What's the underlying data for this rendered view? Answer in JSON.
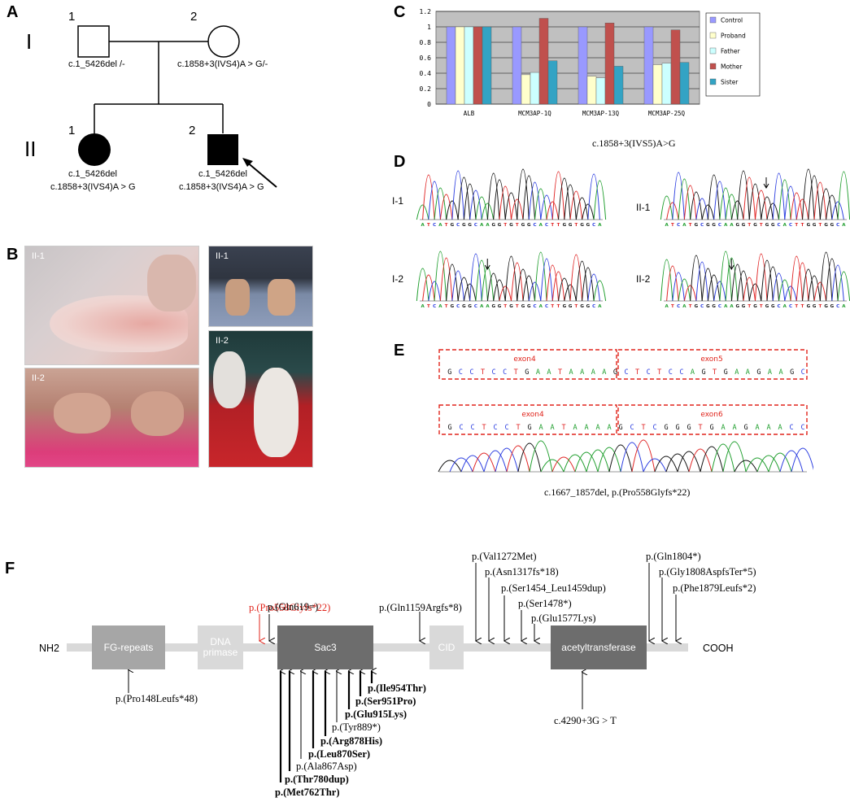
{
  "panels": {
    "A": "A",
    "B": "B",
    "C": "C",
    "D": "D",
    "E": "E",
    "F": "F"
  },
  "pedigree": {
    "gen_I": "I",
    "gen_II": "II",
    "I1_num": "1",
    "I2_num": "2",
    "II1_num": "1",
    "II2_num": "2",
    "I1_geno": "c.1_5426del /-",
    "I2_geno": "c.1858+3(IVS4)A > G/-",
    "II1_geno_1": "c.1_5426del",
    "II1_geno_2": "c.1858+3(IVS4)A > G",
    "II2_geno_1": "c.1_5426del",
    "II2_geno_2": "c.1858+3(IVS4)A > G"
  },
  "photos": {
    "p1": "II-1",
    "p2": "II-1",
    "p3": "II-2",
    "p4": "II-2"
  },
  "chart_data": {
    "type": "bar",
    "categories": [
      "ALB",
      "MCM3AP-1Q",
      "MCM3AP-13Q",
      "MCM3AP-25Q"
    ],
    "series": [
      {
        "name": "Control",
        "values": [
          1,
          1,
          1,
          1
        ],
        "color": "#9999ff"
      },
      {
        "name": "Proband",
        "values": [
          1,
          0.38,
          0.36,
          0.51
        ],
        "color": "#ffffcc"
      },
      {
        "name": "Father",
        "values": [
          1,
          0.41,
          0.34,
          0.53
        ],
        "color": "#ccffff"
      },
      {
        "name": "Mother",
        "values": [
          1,
          1.11,
          1.05,
          0.96
        ],
        "color": "#c0504d"
      },
      {
        "name": "Sister",
        "values": [
          1,
          0.56,
          0.49,
          0.54
        ],
        "color": "#33a3c4"
      }
    ],
    "ylim": [
      0,
      1.2
    ],
    "yticks": [
      "0",
      "0.2",
      "0.4",
      "0.6",
      "0.8",
      "1",
      "1.2"
    ],
    "grid": true,
    "legend": "right",
    "background": "#c0c0c0"
  },
  "panelD": {
    "caption": "c.1858+3(IVS5)A>G",
    "tracks": {
      "t1": "I-1",
      "t2": "II-1",
      "t3": "I-2",
      "t4": "II-2"
    },
    "sequence": "ATCATGCGGCAAGGTGTGGCACTTGGTGGCA"
  },
  "panelE": {
    "exon4a": "exon4",
    "exon5": "exon5",
    "exon4b": "exon4",
    "exon6": "exon6",
    "seq1": "GCCTCCTGAATAAAAGCTCTCCAGTGAAGAAGC",
    "seq2": "GCCTCCTGAATAAAAGCTCGGGTGAAGAAACC",
    "caption": "c.1667_1857del,  p.(Pro558Glyfs*22)"
  },
  "protein": {
    "nh2": "NH2",
    "cooh": "COOH",
    "domains": {
      "fg": "FG-repeats",
      "dna_1": "DNA",
      "dna_2": "primase",
      "sac3": "Sac3",
      "cid": "CID",
      "acetyl": "acetyltransferase"
    },
    "mutations": {
      "m1": "p.(Pro558Glyfs*22)",
      "m2": "p.(Gln619=)",
      "m3": "p.(Gln1159Argfs*8)",
      "m4": "p.(Val1272Met)",
      "m5": "p.(Asn1317fs*18)",
      "m6": "p.(Ser1454_Leu1459dup)",
      "m7": "p.(Ser1478*)",
      "m8": "p.(Glu1577Lys)",
      "m9": "p.(Gln1804*)",
      "m10": "p.(Gly1808AspfsTer*5)",
      "m11": "p.(Phe1879Leufs*2)",
      "m12": "p.(Pro148Leufs*48)",
      "m13": "p.(Ile954Thr)",
      "m14": "p.(Ser951Pro)",
      "m15": "p.(Glu915Lys)",
      "m16": "p.(Tyr889*)",
      "m17": "p.(Arg878His)",
      "m18": "p.(Leu870Ser)",
      "m19": "p.(Ala867Asp)",
      "m20": "p.(Thr780dup)",
      "m21": "p.(Met762Thr)",
      "m22": "c.4290+3G > T"
    }
  }
}
